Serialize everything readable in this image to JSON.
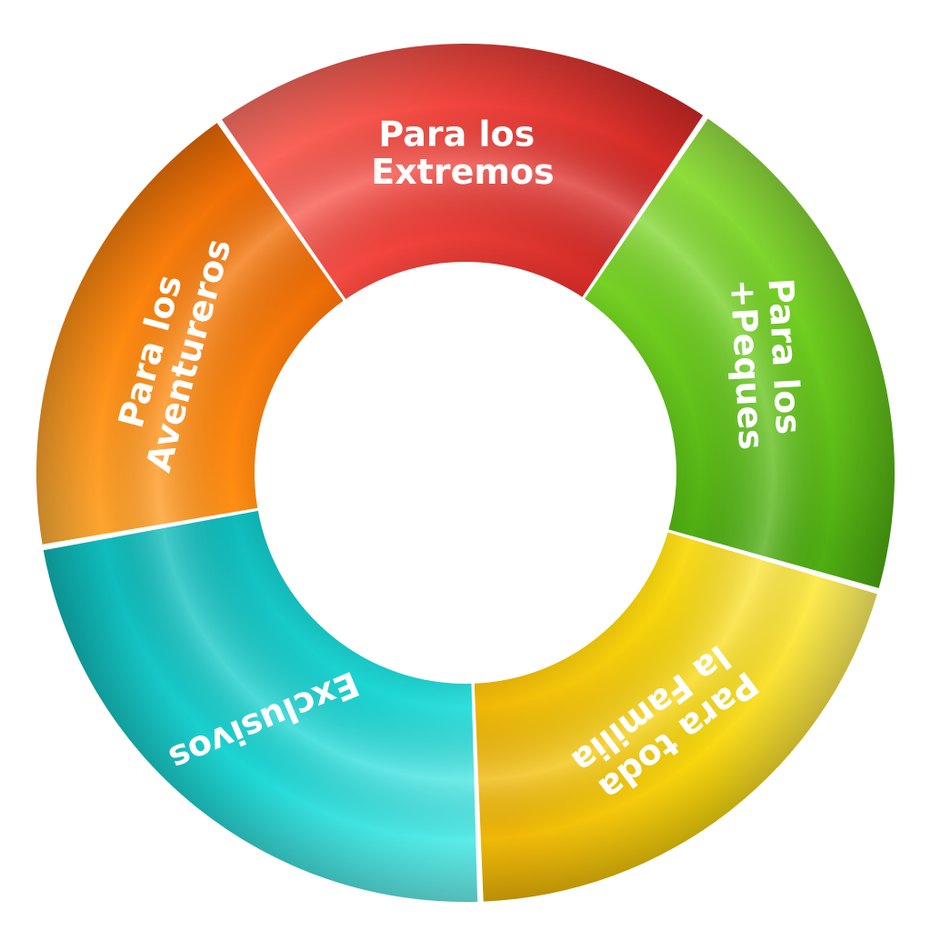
{
  "segments": [
    {
      "key": "extremos",
      "line1": "Para los",
      "line2": "Extremos",
      "base": "#f2453d",
      "light": "#ff7468",
      "dark": "#d62c28"
    },
    {
      "key": "peques",
      "line1": "Para los",
      "line2": "+Peques",
      "base": "#6fce1f",
      "light": "#9be447",
      "dark": "#4fae12"
    },
    {
      "key": "familia",
      "line1": "Para toda",
      "line2": "la Familia",
      "base": "#f8d70d",
      "light": "#fff36a",
      "dark": "#f0b808"
    },
    {
      "key": "exclusivos",
      "line1": "Exclusivos",
      "line2": "",
      "base": "#1ed8d6",
      "light": "#6ff2ee",
      "dark": "#10bcbc"
    },
    {
      "key": "aventureros",
      "line1": "Para los",
      "line2": "Aventureros",
      "base": "#ff8a10",
      "light": "#ffb03a",
      "dark": "#f06d05"
    }
  ]
}
